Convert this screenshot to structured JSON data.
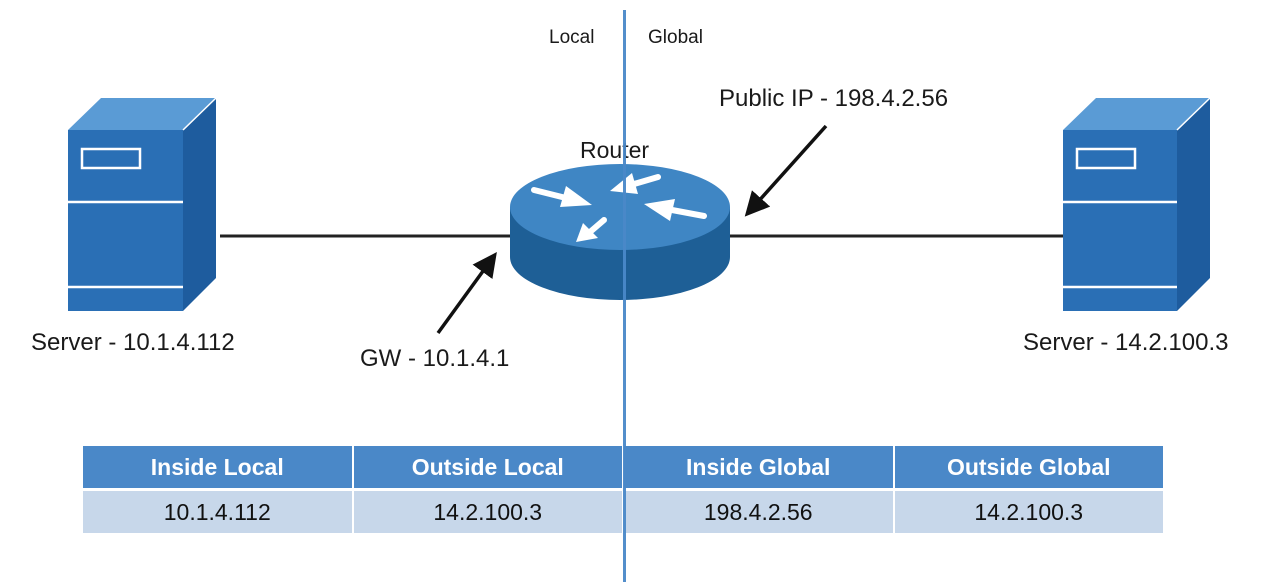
{
  "divider": {
    "left_label": "Local",
    "right_label": "Global"
  },
  "nodes": {
    "left_server": "Server - 10.1.4.112",
    "right_server": "Server - 14.2.100.3",
    "router": "Router"
  },
  "annotations": {
    "gateway": "GW - 10.1.4.1",
    "public_ip": "Public IP - 198.4.2.56"
  },
  "table": {
    "headers": [
      "Inside Local",
      "Outside Local",
      "Inside Global",
      "Outside Global"
    ],
    "row": [
      "10.1.4.112",
      "14.2.100.3",
      "198.4.2.56",
      "14.2.100.3"
    ]
  },
  "colors": {
    "server_front": "#2a6fb5",
    "server_side": "#1e5c9e",
    "router_body": "#1e5f96",
    "router_top": "#3f86c4",
    "divider": "#4a88c8",
    "table_header": "#4a88c8",
    "table_row": "#c7d7ea"
  }
}
